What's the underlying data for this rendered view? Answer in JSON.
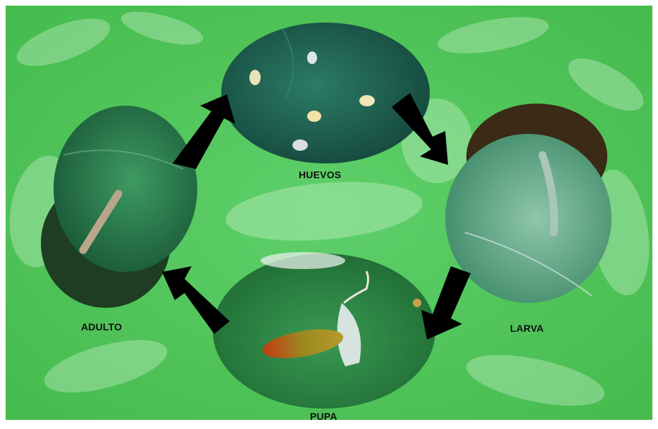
{
  "diagram": {
    "stages": [
      {
        "key": "eggs",
        "label": "HUEVOS"
      },
      {
        "key": "larva",
        "label": "LARVA"
      },
      {
        "key": "pupa",
        "label": "PUPA"
      },
      {
        "key": "adult",
        "label": "ADULTO"
      }
    ],
    "colors": {
      "background_green": "#4ec552",
      "leaf_dark": "#1f6a4f",
      "leaf_mid": "#3f8f68",
      "arrow": "#000000"
    }
  }
}
